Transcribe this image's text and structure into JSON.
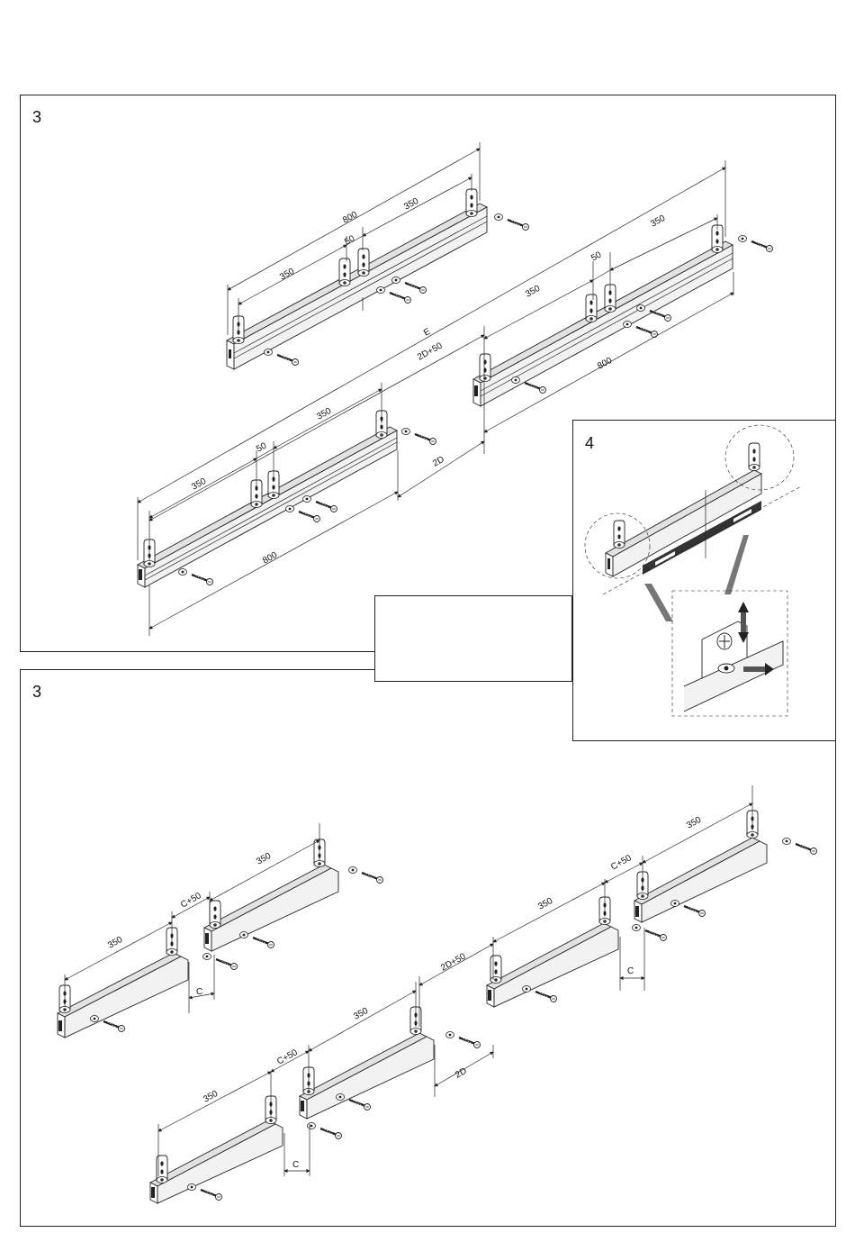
{
  "panels": {
    "top": {
      "step": "3"
    },
    "bottom": {
      "step": "3"
    },
    "detail": {
      "step": "4"
    }
  },
  "dims_top": {
    "rail1_total": "800",
    "rail1_left": "350",
    "rail1_gap": "50",
    "rail1_right": "350",
    "rail2_total": "800",
    "rail2_left": "350",
    "rail2_gap": "50",
    "rail2_right": "350",
    "rail3_total": "800",
    "rail3_left": "350",
    "rail3_gap": "50",
    "rail3_right": "350",
    "e": "E",
    "twod50": "2D+50",
    "twod": "2D"
  },
  "dims_bottom": {
    "a_left": "350",
    "a_gap": "C+50",
    "a_right": "350",
    "a_c": "C",
    "b_left": "350",
    "b_gap": "C+50",
    "b_right": "350",
    "b_c": "C",
    "c_left": "350",
    "c_gap": "C+50",
    "c_right": "350",
    "c_c": "C",
    "twod50": "2D+50",
    "twod": "2D"
  },
  "colors": {
    "line": "#222222",
    "rail_face": "#f2f2f2",
    "rail_top": "#e2e2e2",
    "pad": "#333333"
  }
}
